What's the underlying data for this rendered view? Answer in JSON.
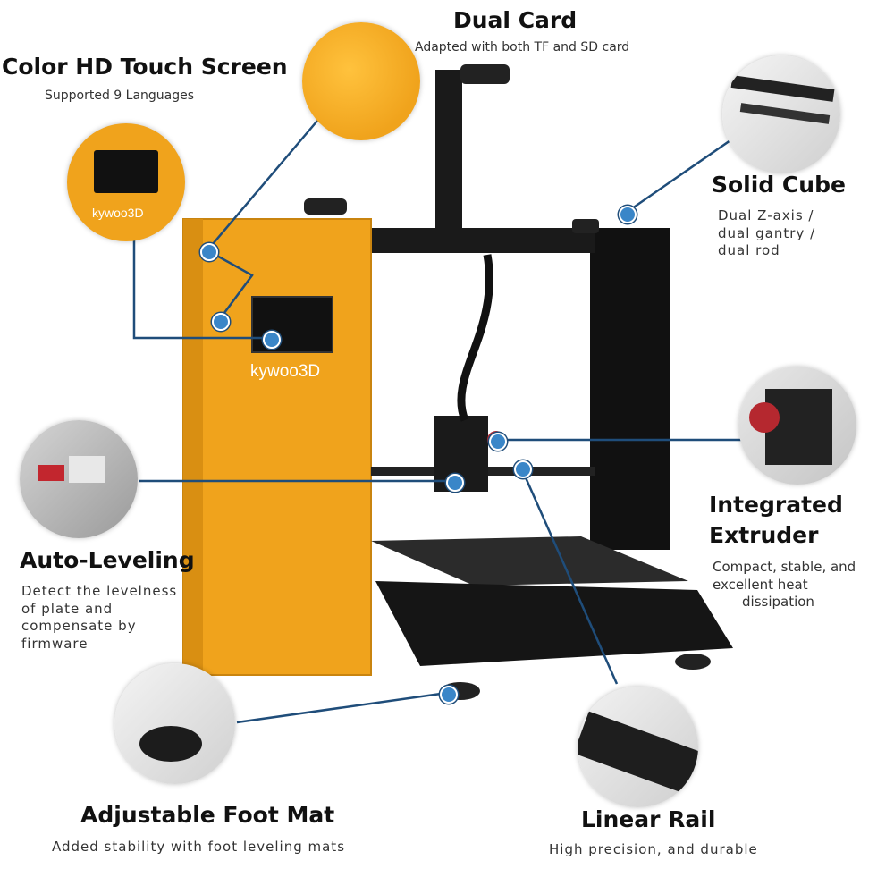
{
  "brand": "kywoo3D",
  "features": {
    "dual_card": {
      "title": "Dual Card",
      "desc": "Adapted with both TF and SD card"
    },
    "touch_screen": {
      "title": "Color HD Touch Screen",
      "desc": "Supported 9 Languages"
    },
    "solid_cube": {
      "title": "Solid Cube",
      "desc": [
        "Dual Z-axis /",
        "dual gantry /",
        "dual rod"
      ]
    },
    "extruder": {
      "title": [
        "Integrated",
        "Extruder"
      ],
      "desc": [
        "Compact, stable, and",
        "excellent heat",
        "dissipation"
      ]
    },
    "auto_leveling": {
      "title": "Auto-Leveling",
      "desc": [
        "Detect the levelness",
        "of plate and",
        "compensate by",
        "firmware"
      ]
    },
    "foot_mat": {
      "title": "Adjustable Foot Mat",
      "desc": "Added stability with foot leveling mats"
    },
    "linear_rail": {
      "title": "Linear Rail",
      "desc": "High precision, and durable"
    }
  },
  "colors": {
    "accent": "#3a86c8",
    "line": "#1f4d7a",
    "orange": "#f0a31c",
    "frame": "#1a1a1a"
  }
}
